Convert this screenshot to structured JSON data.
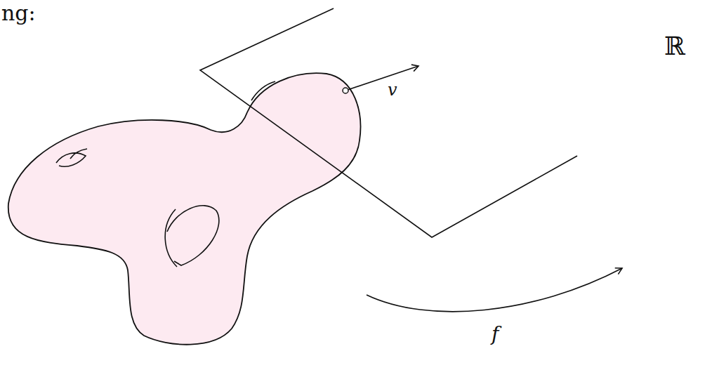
{
  "diagram": {
    "labels": [
      "ng:",
      "v",
      "f",
      "ℝ"
    ]
  }
}
